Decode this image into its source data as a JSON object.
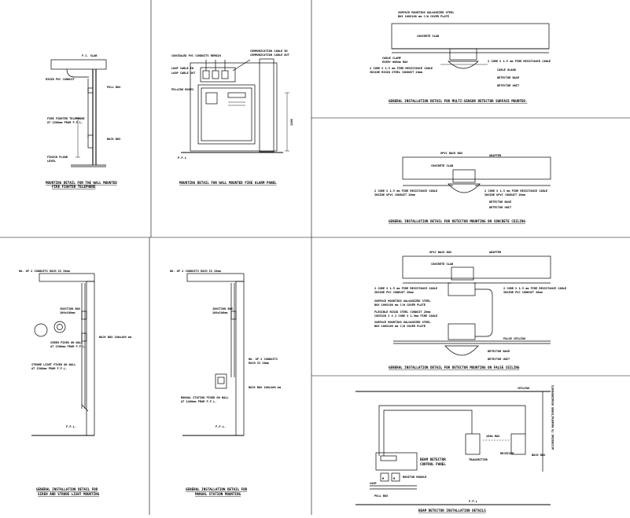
{
  "panels": {
    "telephone": {
      "caption_1": "MOUNTING DETAIL FOR THE WALL MOUNTED",
      "caption_2": "FIRE FIGHTER TELEPHONE",
      "labels": [
        "F.C. SLAB",
        "RIGID PVC CONDUIT",
        "PULL BOX",
        "FIRE FIGHTER TELEPHONE",
        "AT 1500mm FROM F.F.L.",
        "BACK BOX",
        "FINISH FLOOR",
        "LEVEL"
      ]
    },
    "alarm_panel": {
      "caption": "MOUNTING DETAIL FOR WALL MOUNTED FIRE ALARM PANEL",
      "labels": [
        "CONCEALED PVC CONDUITS REMAIN",
        "COMMUNICATION CABLE IN",
        "COMMUNICATION CABLE OUT",
        "LOOP CABLE IN",
        "LOOP CABLE OUT",
        "PULLING BOXES",
        "P.F.L",
        "1500"
      ]
    },
    "multisensor": {
      "caption": "GENERAL INSTALLATION DETAIL FOR MULTI-SENSOR DETECTOR SURFACE MOUNTED.",
      "labels": [
        "SURFACE MOUNTING GALVANIZED STEEL",
        "BOX 100X100 mm C/W COVER PLATE",
        "CONCRETE SLAB",
        "CABLE CLAMP",
        "EVERY 600mm MAX",
        "2 CORE X 1.5 mm FIRE RESISTANCE CABLE",
        "INSIDE RIGID STEEL CONDUIT 20mm",
        "CABLE GLAND",
        "DETECTOR BASE",
        "DETECTOR UNIT"
      ]
    },
    "concrete": {
      "caption": "GENERAL INSTALLATION DETAIL FOR DETECTOR MOUNTING ON CONCRETE CEILING",
      "labels": [
        "UPVC BACK BOX",
        "CONCRETE SLAB",
        "ADAPTER",
        "2 CORE X 1.5 mm FIRE RESISTANCE CABLE",
        "INSIDE UPVC CONDUIT 20mm",
        "DETECTOR BASE",
        "DETECTOR UNIT"
      ]
    },
    "false_ceiling": {
      "caption": "GENERAL INSTALLATION DETAIL FOR DETECTOR MOUNTING ON FALSE CEILING",
      "labels": [
        "UPVC BACK BOX",
        "CONCRETE SLAB",
        "ADAPTER",
        "2 CORE X 1.5 mm FIRE RESISTANCE CABLE",
        "INSIDE PVC CONDUIT 20mm",
        "SURFACE MOUNTING GALVANIZED STEEL",
        "BOX 100X100 mm C/W COVER PLATE",
        "FLEXIBLE RIGID STEEL CONDUIT 20mm",
        "CONTAIN 2 X 2 CORE X 1.5mm FIRE CABLE",
        "FALSE CEILING",
        "DETECTOR BASE",
        "DETECTOR UNIT"
      ]
    },
    "siren": {
      "caption_1": "GENERAL INSTALLATION DETAIL FOR",
      "caption_2": "SIREN AND STROBE LIGHT MOUNTING",
      "labels": [
        "NO. OF 2 CONDUITS EACH IS 20mm",
        "JUNCTION BOX",
        "100x100mm",
        "BACK BOX 100x100 mm",
        "SIREN FIXED ON WALL",
        "AT 2300mm FROM F.F.L.",
        "STROBE LIGHT FIXED ON WALL",
        "AT 2300mm FROM F.F.L.",
        "F.F.L."
      ]
    },
    "manual_station": {
      "caption_1": "GENERAL INSTALLATION DETAIL FOR",
      "caption_2": "MANUAL STATION MOUNTING",
      "labels": [
        "NO. OF 2 CONDUITS EACH IS 20mm",
        "JUNCTION BOX",
        "100x100mm",
        "NO. OF 2 CONDUITS",
        "EACH IS 20mm",
        "MANUAL STATION FIXED ON WALL",
        "AT 1400mm FROM F.F.L.",
        "BACK BOX 100x100 mm",
        "F.F.L."
      ]
    },
    "beam": {
      "caption": "BEAM DETECTOR INSTALLATION DETAILS",
      "labels": [
        "CEILING",
        "ACCORDING TO MANUFACTURER REQUIREMENTS",
        "BEAM DETECTOR",
        "CONTROL PANEL",
        "MONITOR MODULE",
        "TRANSMITTER",
        "RECEIVER",
        "BACK BOX",
        "100m MAX",
        "LOOP",
        "PULL BOX",
        "F.F.L"
      ]
    }
  }
}
